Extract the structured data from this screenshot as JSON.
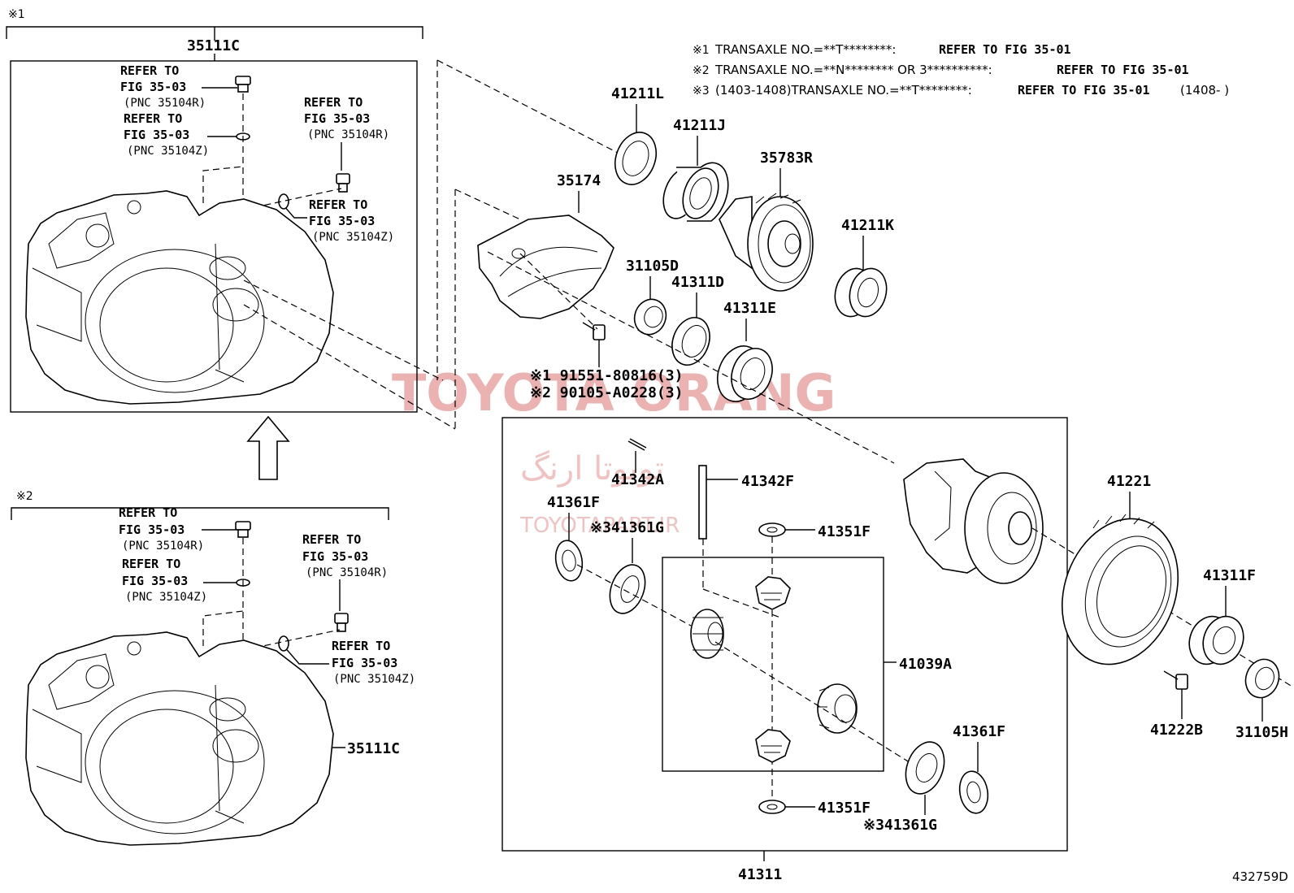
{
  "figure_number": "432759D",
  "watermark": {
    "brand": "TOYOTA ORANG",
    "persian": "تویوتا ارنگ",
    "url": "TOYOTAPART.IR"
  },
  "notes": [
    {
      "mark": "※1",
      "text": "TRANSAXLE NO.=**T********:",
      "refer": "REFER TO FIG 35-01"
    },
    {
      "mark": "※2",
      "text": "TRANSAXLE NO.=**N******** OR 3**********:",
      "refer": "REFER TO FIG 35-01"
    },
    {
      "mark": "※3",
      "text": "(1403-1408)TRANSAXLE NO.=**T********:",
      "refer": "REFER TO FIG 35-01",
      "tail": "(1408-        )"
    }
  ],
  "group1": {
    "mark": "※1",
    "header": "35111C",
    "refs": [
      {
        "line1": "REFER TO",
        "line2": "FIG 35-03",
        "line3": "(PNC 35104R)"
      },
      {
        "line1": "REFER TO",
        "line2": "FIG 35-03",
        "line3": "(PNC 35104Z)"
      },
      {
        "line1": "REFER TO",
        "line2": "FIG 35-03",
        "line3": "(PNC 35104R)"
      },
      {
        "line1": "REFER TO",
        "line2": "FIG 35-03",
        "line3": "(PNC 35104Z)"
      }
    ]
  },
  "group2": {
    "mark": "※2",
    "label": "35111C",
    "refs": [
      {
        "line1": "REFER TO",
        "line2": "FIG 35-03",
        "line3": "(PNC 35104R)"
      },
      {
        "line1": "REFER TO",
        "line2": "FIG 35-03",
        "line3": "(PNC 35104Z)"
      },
      {
        "line1": "REFER TO",
        "line2": "FIG 35-03",
        "line3": "(PNC 35104R)"
      },
      {
        "line1": "REFER TO",
        "line2": "FIG 35-03",
        "line3": "(PNC 35104Z)"
      }
    ]
  },
  "parts": {
    "p41211L": "41211L",
    "p41211J": "41211J",
    "p35783R": "35783R",
    "p35174": "35174",
    "p41211K": "41211K",
    "p31105D": "31105D",
    "p41311D": "41311D",
    "p41311E": "41311E",
    "bolt1": "※1 91551-80816(3)",
    "bolt2": "※2 90105-A0228(3)",
    "p41342A": "41342A",
    "p41342F": "41342F",
    "p41361F_top": "41361F",
    "p41361G_top": "※341361G",
    "p41351F_top": "41351F",
    "p41039A": "41039A",
    "p41361F_bot": "41361F",
    "p41351F_bot": "41351F",
    "p41361G_bot": "※341361G",
    "p41311": "41311",
    "p41221": "41221",
    "p41311F": "41311F",
    "p41222B": "41222B",
    "p31105H": "31105H"
  }
}
